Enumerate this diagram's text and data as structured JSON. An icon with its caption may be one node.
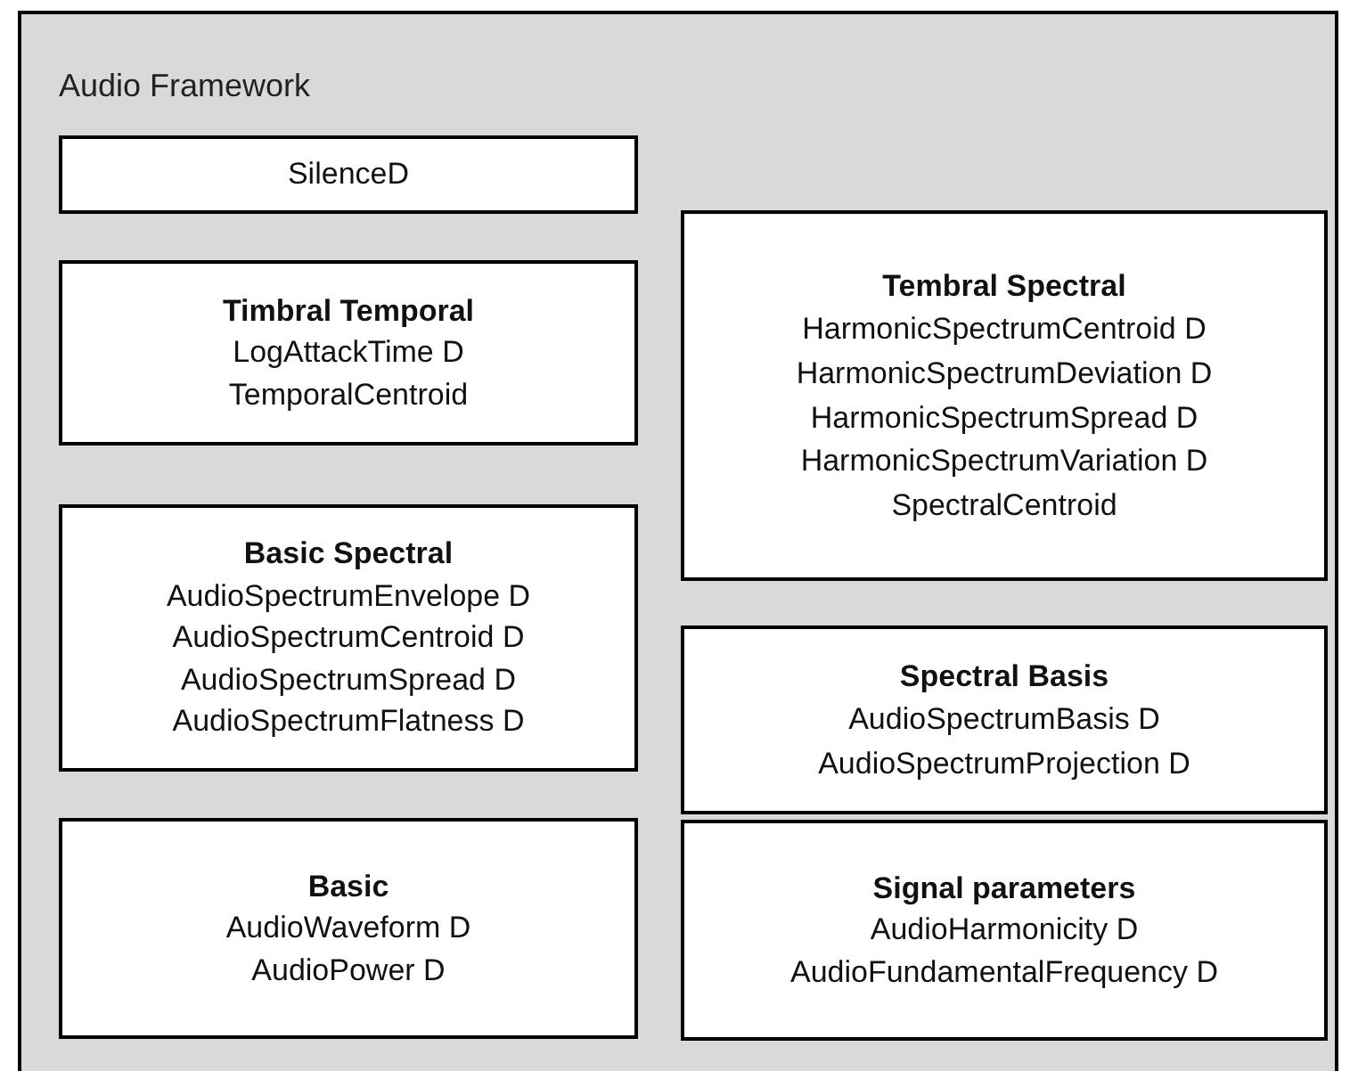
{
  "diagram": {
    "nodes": [
      {
        "text": [
          "Audio Framework"
        ]
      },
      {
        "text": [
          "SilenceD"
        ],
        "in": 0
      },
      {
        "text": [
          "Timbral Temporal",
          "LogAttackTime D",
          "TemporalCentroid"
        ],
        "in": 0
      },
      {
        "text": [
          "Basic Spectral",
          "AudioSpectrumEnvelope D",
          "AudioSpectrumCentroid D",
          "AudioSpectrumSpread D",
          "AudioSpectrumFlatness D"
        ],
        "in": 0
      },
      {
        "text": [
          "Basic",
          "AudioWaveform D",
          "AudioPower D"
        ],
        "in": 0
      },
      {
        "text": [
          "Tembral Spectral",
          "HarmonicSpectrumCentroid D",
          "HarmonicSpectrumDeviation D",
          "HarmonicSpectrumSpread D",
          "HarmonicSpectrumVariation D",
          "SpectralCentroid"
        ],
        "in": 0
      },
      {
        "text": [
          "Spectral Basis",
          "AudioSpectrumBasis D",
          "AudioSpectrumProjection D"
        ],
        "in": 0
      },
      {
        "text": [
          "Signal parameters",
          "AudioHarmonicity D",
          "AudioFundamentalFrequency D"
        ],
        "in": 0
      }
    ]
  }
}
